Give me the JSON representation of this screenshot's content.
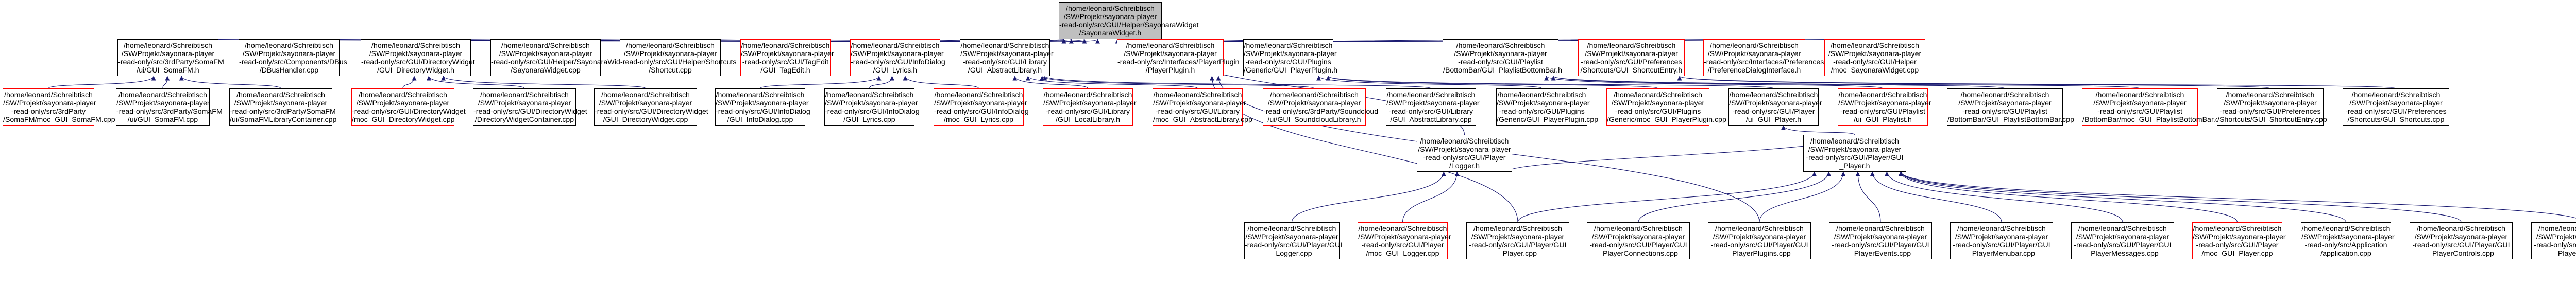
{
  "colors": {
    "edge": "#191970",
    "node_border": "#000000",
    "node_border_truncated": "#ff0000",
    "root_fill": "#bfbfbf"
  },
  "nodes": [
    {
      "id": "root",
      "kind": "root",
      "lines": [
        "/home/leonard/Schreibtisch",
        "/SW/Projekt/sayonara-player",
        "-read-only/src/GUI/Helper/SayonaraWidget",
        "/SayonaraWidget.h"
      ]
    },
    {
      "id": "somafm_h",
      "kind": "normal",
      "lines": [
        "/home/leonard/Schreibtisch",
        "/SW/Projekt/sayonara-player",
        "-read-only/src/3rdParty/SomaFM",
        "/ui/GUI_SomaFM.h"
      ]
    },
    {
      "id": "dbus_cpp",
      "kind": "normal",
      "lines": [
        "/home/leonard/Schreibtisch",
        "/SW/Projekt/sayonara-player",
        "-read-only/src/Components/DBus",
        "/DBusHandler.cpp"
      ]
    },
    {
      "id": "dirwidget_h",
      "kind": "normal",
      "lines": [
        "/home/leonard/Schreibtisch",
        "/SW/Projekt/sayonara-player",
        "-read-only/src/GUI/DirectoryWidget",
        "/GUI_DirectoryWidget.h"
      ]
    },
    {
      "id": "saywidget_cpp",
      "kind": "normal",
      "lines": [
        "/home/leonard/Schreibtisch",
        "/SW/Projekt/sayonara-player",
        "-read-only/src/GUI/Helper/SayonaraWidget",
        "/SayonaraWidget.cpp"
      ]
    },
    {
      "id": "shortcut_cpp",
      "kind": "normal",
      "lines": [
        "/home/leonard/Schreibtisch",
        "/SW/Projekt/sayonara-player",
        "-read-only/src/GUI/Helper/Shortcuts",
        "/Shortcut.cpp"
      ]
    },
    {
      "id": "tagedit_h",
      "kind": "red",
      "lines": [
        "/home/leonard/Schreibtisch",
        "/SW/Projekt/sayonara-player",
        "-read-only/src/GUI/TagEdit",
        "/GUI_TagEdit.h"
      ]
    },
    {
      "id": "lyrics_h",
      "kind": "red",
      "lines": [
        "/home/leonard/Schreibtisch",
        "/SW/Projekt/sayonara-player",
        "-read-only/src/GUI/InfoDialog",
        "/GUI_Lyrics.h"
      ]
    },
    {
      "id": "abslib_h",
      "kind": "normal",
      "lines": [
        "/home/leonard/Schreibtisch",
        "/SW/Projekt/sayonara-player",
        "-read-only/src/GUI/Library",
        "/GUI_AbstractLibrary.h"
      ]
    },
    {
      "id": "playerplugin_h",
      "kind": "red",
      "lines": [
        "/home/leonard/Schreibtisch",
        "/SW/Projekt/sayonara-player",
        "-read-only/src/Interfaces/PlayerPlugin",
        "/PlayerPlugin.h"
      ]
    },
    {
      "id": "pluginhandler_h",
      "kind": "normal",
      "lines": [
        "/home/leonard/Schreibtisch",
        "/SW/Projekt/sayonara-player",
        "-read-only/src/GUI/Plugins",
        "/Generic/GUI_PlayerPlugin.h"
      ]
    },
    {
      "id": "bottombar_h",
      "kind": "normal",
      "lines": [
        "/home/leonard/Schreibtisch",
        "/SW/Projekt/sayonara-player",
        "-read-only/src/GUI/Playlist",
        "/BottomBar/GUI_PlaylistBottomBar.h"
      ]
    },
    {
      "id": "shortcutentry_h",
      "kind": "red",
      "lines": [
        "/home/leonard/Schreibtisch",
        "/SW/Projekt/sayonara-player",
        "-read-only/src/GUI/Preferences",
        "/Shortcuts/GUI_ShortcutEntry.h"
      ]
    },
    {
      "id": "prefdialog_h",
      "kind": "red",
      "lines": [
        "/home/leonard/Schreibtisch",
        "/SW/Projekt/sayonara-player",
        "-read-only/src/Interfaces/Preferences",
        "/PreferenceDialogInterface.h"
      ]
    },
    {
      "id": "moc_saywidget",
      "kind": "red",
      "lines": [
        "/home/leonard/Schreibtisch",
        "/SW/Projekt/sayonara-player",
        "-read-only/src/GUI/Helper",
        "/moc_SayonaraWidget.cpp"
      ]
    },
    {
      "id": "somafm_cpp",
      "kind": "red",
      "lines": [
        "/home/leonard/Schreibtisch",
        "/SW/Projekt/sayonara-player",
        "-read-only/src/3rdParty",
        "/SomaFM/moc_GUI_SomaFM.cpp"
      ]
    },
    {
      "id": "somafm_ui_cpp",
      "kind": "normal",
      "lines": [
        "/home/leonard/Schreibtisch",
        "/SW/Projekt/sayonara-player",
        "-read-only/src/3rdParty/SomaFM",
        "/ui/GUI_SomaFM.cpp"
      ]
    },
    {
      "id": "somafm_lib_cpp",
      "kind": "normal",
      "lines": [
        "/home/leonard/Schreibtisch",
        "/SW/Projekt/sayonara-player",
        "-read-only/src/3rdParty/SomaFM",
        "/ui/SomaFMLibraryContainer.cpp"
      ]
    },
    {
      "id": "moc_dirwidget",
      "kind": "red",
      "lines": [
        "/home/leonard/Schreibtisch",
        "/SW/Projekt/sayonara-player",
        "-read-only/src/GUI/DirectoryWidget",
        "/moc_GUI_DirectoryWidget.cpp"
      ]
    },
    {
      "id": "dirwidget_container",
      "kind": "normal",
      "lines": [
        "/home/leonard/Schreibtisch",
        "/SW/Projekt/sayonara-player",
        "-read-only/src/GUI/DirectoryWidget",
        "/DirectoryWidgetContainer.cpp"
      ]
    },
    {
      "id": "dirwidget_cpp",
      "kind": "normal",
      "lines": [
        "/home/leonard/Schreibtisch",
        "/SW/Projekt/sayonara-player",
        "-read-only/src/GUI/DirectoryWidget",
        "/GUI_DirectoryWidget.cpp"
      ]
    },
    {
      "id": "infodialog_cpp",
      "kind": "normal",
      "lines": [
        "/home/leonard/Schreibtisch",
        "/SW/Projekt/sayonara-player",
        "-read-only/src/GUI/InfoDialog",
        "/GUI_InfoDialog.cpp"
      ]
    },
    {
      "id": "lyrics_cpp",
      "kind": "normal",
      "lines": [
        "/home/leonard/Schreibtisch",
        "/SW/Projekt/sayonara-player",
        "-read-only/src/GUI/InfoDialog",
        "/GUI_Lyrics.cpp"
      ]
    },
    {
      "id": "moc_lyrics",
      "kind": "red",
      "lines": [
        "/home/leonard/Schreibtisch",
        "/SW/Projekt/sayonara-player",
        "-read-only/src/GUI/InfoDialog",
        "/moc_GUI_Lyrics.cpp"
      ]
    },
    {
      "id": "locallib_h",
      "kind": "red",
      "lines": [
        "/home/leonard/Schreibtisch",
        "/SW/Projekt/sayonara-player",
        "-read-only/src/GUI/Library",
        "/GUI_LocalLibrary.h"
      ]
    },
    {
      "id": "moc_abslib",
      "kind": "red",
      "lines": [
        "/home/leonard/Schreibtisch",
        "/SW/Projekt/sayonara-player",
        "-read-only/src/GUI/Library",
        "/moc_GUI_AbstractLibrary.cpp"
      ]
    },
    {
      "id": "soundcloud_h",
      "kind": "red",
      "lines": [
        "/home/leonard/Schreibtisch",
        "/SW/Projekt/sayonara-player",
        "-read-only/src/3rdParty/Soundcloud",
        "/ui/GUI_SoundcloudLibrary.h"
      ]
    },
    {
      "id": "abslib_cpp",
      "kind": "normal",
      "lines": [
        "/home/leonard/Schreibtisch",
        "/SW/Projekt/sayonara-player",
        "-read-only/src/GUI/Library",
        "/GUI_AbstractLibrary.cpp"
      ]
    },
    {
      "id": "pluginhandler_cpp",
      "kind": "normal",
      "lines": [
        "/home/leonard/Schreibtisch",
        "/SW/Projekt/sayonara-player",
        "-read-only/src/GUI/Plugins",
        "/Generic/GUI_PlayerPlugin.cpp"
      ]
    },
    {
      "id": "moc_pluginhandler",
      "kind": "red",
      "lines": [
        "/home/leonard/Schreibtisch",
        "/SW/Projekt/sayonara-player",
        "-read-only/src/GUI/Plugins",
        "/Generic/moc_GUI_PlayerPlugin.cpp"
      ]
    },
    {
      "id": "player_h",
      "kind": "normal",
      "lines": [
        "/home/leonard/Schreibtisch",
        "/SW/Projekt/sayonara-player",
        "-read-only/src/GUI/Player",
        "/ui_GUI_Player.h"
      ]
    },
    {
      "id": "playlist_h",
      "kind": "red",
      "lines": [
        "/home/leonard/Schreibtisch",
        "/SW/Projekt/sayonara-player",
        "-read-only/src/GUI/Playlist",
        "/ui_GUI_Playlist.h"
      ]
    },
    {
      "id": "bottombar_cpp",
      "kind": "normal",
      "lines": [
        "/home/leonard/Schreibtisch",
        "/SW/Projekt/sayonara-player",
        "-read-only/src/GUI/Playlist",
        "/BottomBar/GUI_PlaylistBottomBar.cpp"
      ]
    },
    {
      "id": "moc_bottombar",
      "kind": "red",
      "lines": [
        "/home/leonard/Schreibtisch",
        "/SW/Projekt/sayonara-player",
        "-read-only/src/GUI/Playlist",
        "/BottomBar/moc_GUI_PlaylistBottomBar.cpp"
      ]
    },
    {
      "id": "shortcutentry_cpp",
      "kind": "normal",
      "lines": [
        "/home/leonard/Schreibtisch",
        "/SW/Projekt/sayonara-player",
        "-read-only/src/GUI/Preferences",
        "/Shortcuts/GUI_ShortcutEntry.cpp"
      ]
    },
    {
      "id": "shortcuts_cpp",
      "kind": "normal",
      "lines": [
        "/home/leonard/Schreibtisch",
        "/SW/Projekt/sayonara-player",
        "-read-only/src/GUI/Preferences",
        "/Shortcuts/GUI_Shortcuts.cpp"
      ]
    },
    {
      "id": "logger_h",
      "kind": "normal",
      "lines": [
        "/home/leonard/Schreibtisch",
        "/SW/Projekt/sayonara-player",
        "-read-only/src/GUI/Player",
        "/Logger.h"
      ]
    },
    {
      "id": "guiplayer_h",
      "kind": "normal",
      "lines": [
        "/home/leonard/Schreibtisch",
        "/SW/Projekt/sayonara-player",
        "-read-only/src/GUI/Player/GUI",
        "_Player.h"
      ]
    },
    {
      "id": "logger_cpp",
      "kind": "normal",
      "lines": [
        "/home/leonard/Schreibtisch",
        "/SW/Projekt/sayonara-player",
        "-read-only/src/GUI/Player/GUI",
        "_Logger.cpp"
      ]
    },
    {
      "id": "moc_logger",
      "kind": "red",
      "lines": [
        "/home/leonard/Schreibtisch",
        "/SW/Projekt/sayonara-player",
        "-read-only/src/GUI/Player",
        "/moc_GUI_Logger.cpp"
      ]
    },
    {
      "id": "guiplayer_cpp",
      "kind": "normal",
      "lines": [
        "/home/leonard/Schreibtisch",
        "/SW/Projekt/sayonara-player",
        "-read-only/src/GUI/Player/GUI",
        "_Player.cpp"
      ]
    },
    {
      "id": "connections_cpp",
      "kind": "normal",
      "lines": [
        "/home/leonard/Schreibtisch",
        "/SW/Projekt/sayonara-player",
        "-read-only/src/GUI/Player/GUI",
        "_PlayerConnections.cpp"
      ]
    },
    {
      "id": "plugins_cpp",
      "kind": "normal",
      "lines": [
        "/home/leonard/Schreibtisch",
        "/SW/Projekt/sayonara-player",
        "-read-only/src/GUI/Player/GUI",
        "_PlayerPlugins.cpp"
      ]
    },
    {
      "id": "events_cpp",
      "kind": "normal",
      "lines": [
        "/home/leonard/Schreibtisch",
        "/SW/Projekt/sayonara-player",
        "-read-only/src/GUI/Player/GUI",
        "_PlayerEvents.cpp"
      ]
    },
    {
      "id": "menubar_cpp",
      "kind": "normal",
      "lines": [
        "/home/leonard/Schreibtisch",
        "/SW/Projekt/sayonara-player",
        "-read-only/src/GUI/Player/GUI",
        "_PlayerMenubar.cpp"
      ]
    },
    {
      "id": "messages_cpp",
      "kind": "normal",
      "lines": [
        "/home/leonard/Schreibtisch",
        "/SW/Projekt/sayonara-player",
        "-read-only/src/GUI/Player/GUI",
        "_PlayerMessages.cpp"
      ]
    },
    {
      "id": "moc_player",
      "kind": "red",
      "lines": [
        "/home/leonard/Schreibtisch",
        "/SW/Projekt/sayonara-player",
        "-read-only/src/GUI/Player",
        "/moc_GUI_Player.cpp"
      ]
    },
    {
      "id": "application_cpp",
      "kind": "normal",
      "lines": [
        "/home/leonard/Schreibtisch",
        "/SW/Projekt/sayonara-player",
        "-read-only/src/Application",
        "/application.cpp"
      ]
    },
    {
      "id": "controls_cpp",
      "kind": "normal",
      "lines": [
        "/home/leonard/Schreibtisch",
        "/SW/Projekt/sayonara-player",
        "-read-only/src/GUI/Player/GUI",
        "_PlayerControls.cpp"
      ]
    },
    {
      "id": "cover_cpp",
      "kind": "normal",
      "lines": [
        "/home/leonard/Schreibtisch",
        "/SW/Projekt/sayonara-player",
        "-read-only/src/GUI/Player/GUI",
        "_PlayerCover.cpp"
      ]
    }
  ],
  "edges": [
    [
      "somafm_h",
      "root"
    ],
    [
      "dbus_cpp",
      "root"
    ],
    [
      "dirwidget_h",
      "root"
    ],
    [
      "saywidget_cpp",
      "root"
    ],
    [
      "shortcut_cpp",
      "root"
    ],
    [
      "tagedit_h",
      "root"
    ],
    [
      "lyrics_h",
      "root"
    ],
    [
      "abslib_h",
      "root"
    ],
    [
      "playerplugin_h",
      "root"
    ],
    [
      "pluginhandler_h",
      "root"
    ],
    [
      "bottombar_h",
      "root"
    ],
    [
      "shortcutentry_h",
      "root"
    ],
    [
      "prefdialog_h",
      "root"
    ],
    [
      "moc_saywidget",
      "root"
    ],
    [
      "logger_h",
      "root"
    ],
    [
      "somafm_cpp",
      "somafm_h"
    ],
    [
      "somafm_ui_cpp",
      "somafm_h"
    ],
    [
      "somafm_lib_cpp",
      "somafm_h"
    ],
    [
      "moc_dirwidget",
      "dirwidget_h"
    ],
    [
      "dirwidget_container",
      "dirwidget_h"
    ],
    [
      "dirwidget_cpp",
      "dirwidget_h"
    ],
    [
      "infodialog_cpp",
      "lyrics_h"
    ],
    [
      "lyrics_cpp",
      "lyrics_h"
    ],
    [
      "moc_lyrics",
      "lyrics_h"
    ],
    [
      "locallib_h",
      "abslib_h"
    ],
    [
      "moc_abslib",
      "abslib_h"
    ],
    [
      "soundcloud_h",
      "abslib_h"
    ],
    [
      "abslib_cpp",
      "abslib_h"
    ],
    [
      "guiplayer_cpp",
      "playerplugin_h"
    ],
    [
      "plugins_cpp",
      "playerplugin_h"
    ],
    [
      "pluginhandler_cpp",
      "pluginhandler_h"
    ],
    [
      "moc_pluginhandler",
      "pluginhandler_h"
    ],
    [
      "player_h",
      "pluginhandler_h"
    ],
    [
      "guiplayer_h",
      "player_h"
    ],
    [
      "playlist_h",
      "bottombar_h"
    ],
    [
      "bottombar_cpp",
      "bottombar_h"
    ],
    [
      "moc_bottombar",
      "bottombar_h"
    ],
    [
      "shortcutentry_cpp",
      "shortcutentry_h"
    ],
    [
      "shortcuts_cpp",
      "shortcutentry_h"
    ],
    [
      "logger_cpp",
      "logger_h"
    ],
    [
      "moc_logger",
      "logger_h"
    ],
    [
      "guiplayer_h",
      "logger_h"
    ],
    [
      "guiplayer_cpp",
      "guiplayer_h"
    ],
    [
      "connections_cpp",
      "guiplayer_h"
    ],
    [
      "plugins_cpp",
      "guiplayer_h"
    ],
    [
      "events_cpp",
      "guiplayer_h"
    ],
    [
      "menubar_cpp",
      "guiplayer_h"
    ],
    [
      "messages_cpp",
      "guiplayer_h"
    ],
    [
      "moc_player",
      "guiplayer_h"
    ],
    [
      "application_cpp",
      "guiplayer_h"
    ],
    [
      "controls_cpp",
      "guiplayer_h"
    ],
    [
      "cover_cpp",
      "guiplayer_h"
    ]
  ]
}
